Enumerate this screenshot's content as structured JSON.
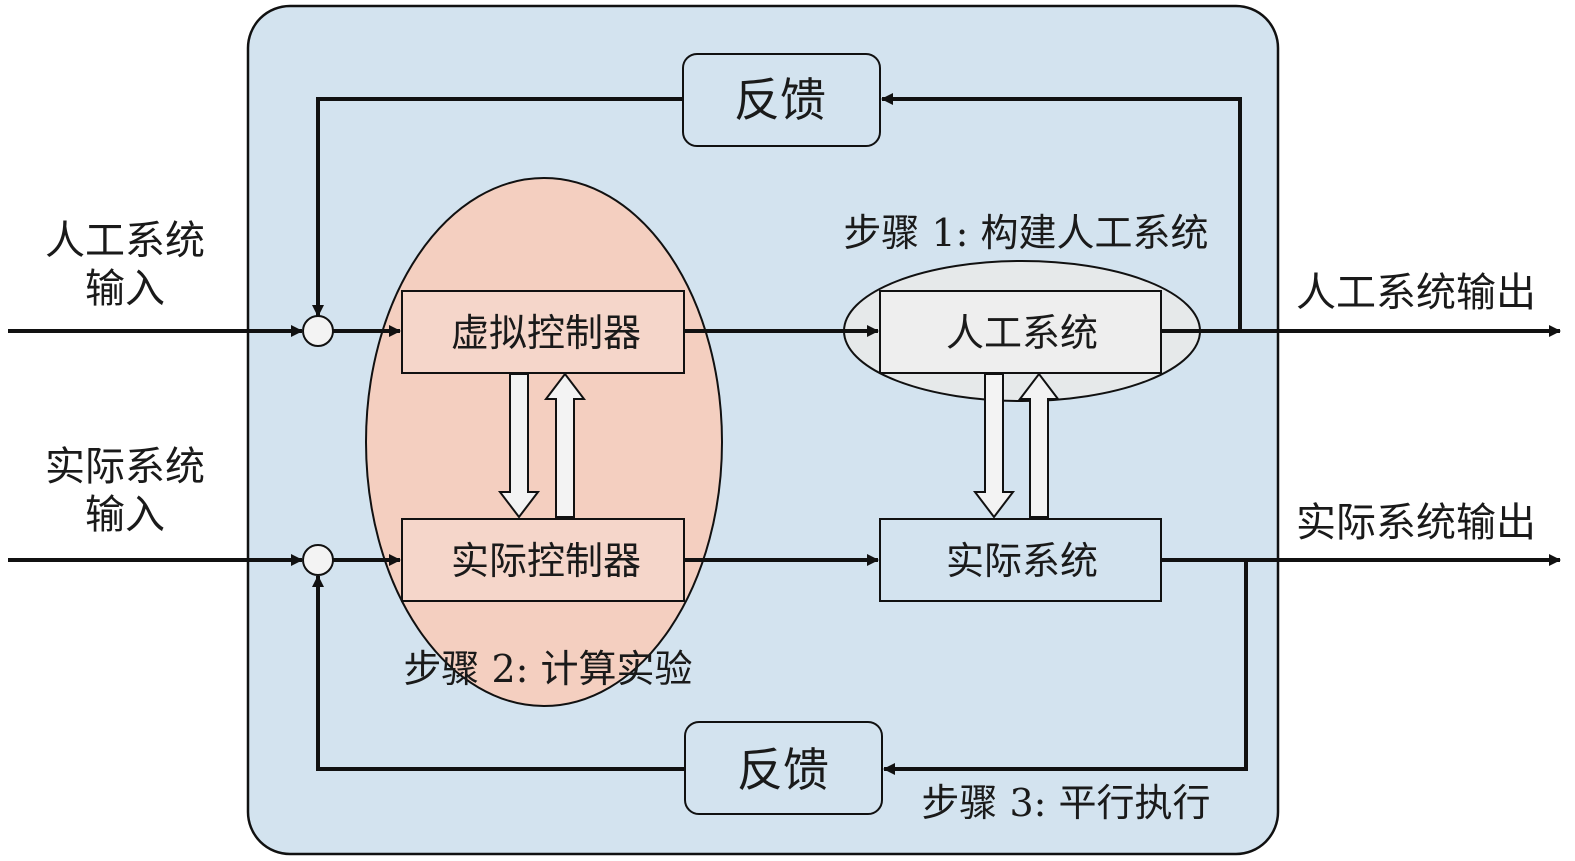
{
  "colors": {
    "panel_fill": "#d3e3ef",
    "panel_stroke": "#111111",
    "ellipse_step2_fill": "#f4cfc0",
    "ellipse_step1_fill": "#e6e9ea",
    "controller_box_fill": "#f5d6ca",
    "artificial_box_fill": "#eeeeee",
    "line": "#111111",
    "hollow_arrow_fill": "#f3f3f3"
  },
  "feedback": {
    "top_label": "反馈",
    "bottom_label": "反馈"
  },
  "inputs": {
    "artificial_line1": "人工系统",
    "artificial_line2": "输入",
    "real_line1": "实际系统",
    "real_line2": "输入"
  },
  "outputs": {
    "artificial": "人工系统输出",
    "real": "实际系统输出"
  },
  "blocks": {
    "virtual_controller": "虚拟控制器",
    "real_controller": "实际控制器",
    "artificial_system": "人工系统",
    "real_system": "实际系统"
  },
  "steps": {
    "step1": "步骤 1: 构建人工系统",
    "step2": "步骤 2: 计算实验",
    "step3": "步骤 3: 平行执行"
  }
}
